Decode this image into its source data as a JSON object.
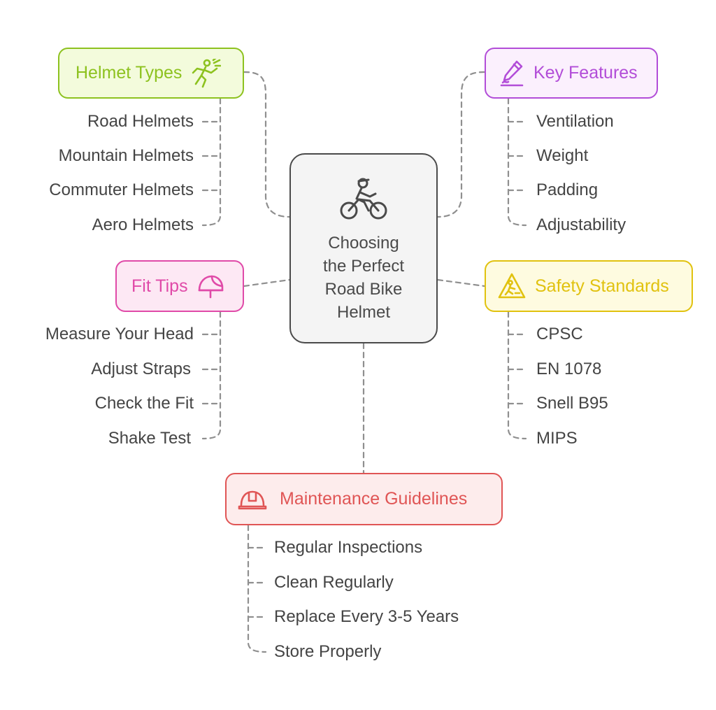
{
  "center": {
    "title": "Choosing\nthe Perfect\nRoad Bike\nHelmet",
    "icon": "cyclist-icon",
    "border_color": "#4a4a4a",
    "fill_color": "#f4f4f4"
  },
  "branches": {
    "helmet_types": {
      "label": "Helmet Types",
      "icon": "running-person-icon",
      "color": "#8dc21f",
      "fill": "#f3fbdc",
      "items": [
        "Road Helmets",
        "Mountain Helmets",
        "Commuter Helmets",
        "Aero Helmets"
      ]
    },
    "key_features": {
      "label": "Key Features",
      "icon": "pen-signature-icon",
      "color": "#b24dd8",
      "fill": "#fbf0fd",
      "items": [
        "Ventilation",
        "Weight",
        "Padding",
        "Adjustability"
      ]
    },
    "fit_tips": {
      "label": "Fit Tips",
      "icon": "helmet-icon",
      "color": "#e04aa8",
      "fill": "#fde8f4",
      "items": [
        "Measure Your Head",
        "Adjust Straps",
        "Check the Fit",
        "Shake Test"
      ]
    },
    "safety_standards": {
      "label": "Safety Standards",
      "icon": "caution-sign-icon",
      "color": "#e1c20f",
      "fill": "#fefbe0",
      "items": [
        "CPSC",
        "EN 1078",
        "Snell B95",
        "MIPS"
      ]
    },
    "maintenance": {
      "label": "Maintenance Guidelines",
      "icon": "hard-hat-icon",
      "color": "#e05555",
      "fill": "#fdecec",
      "items": [
        "Regular Inspections",
        "Clean Regularly",
        "Replace Every 3-5 Years",
        "Store Properly"
      ]
    }
  },
  "connector_color": "#8f8f8f"
}
